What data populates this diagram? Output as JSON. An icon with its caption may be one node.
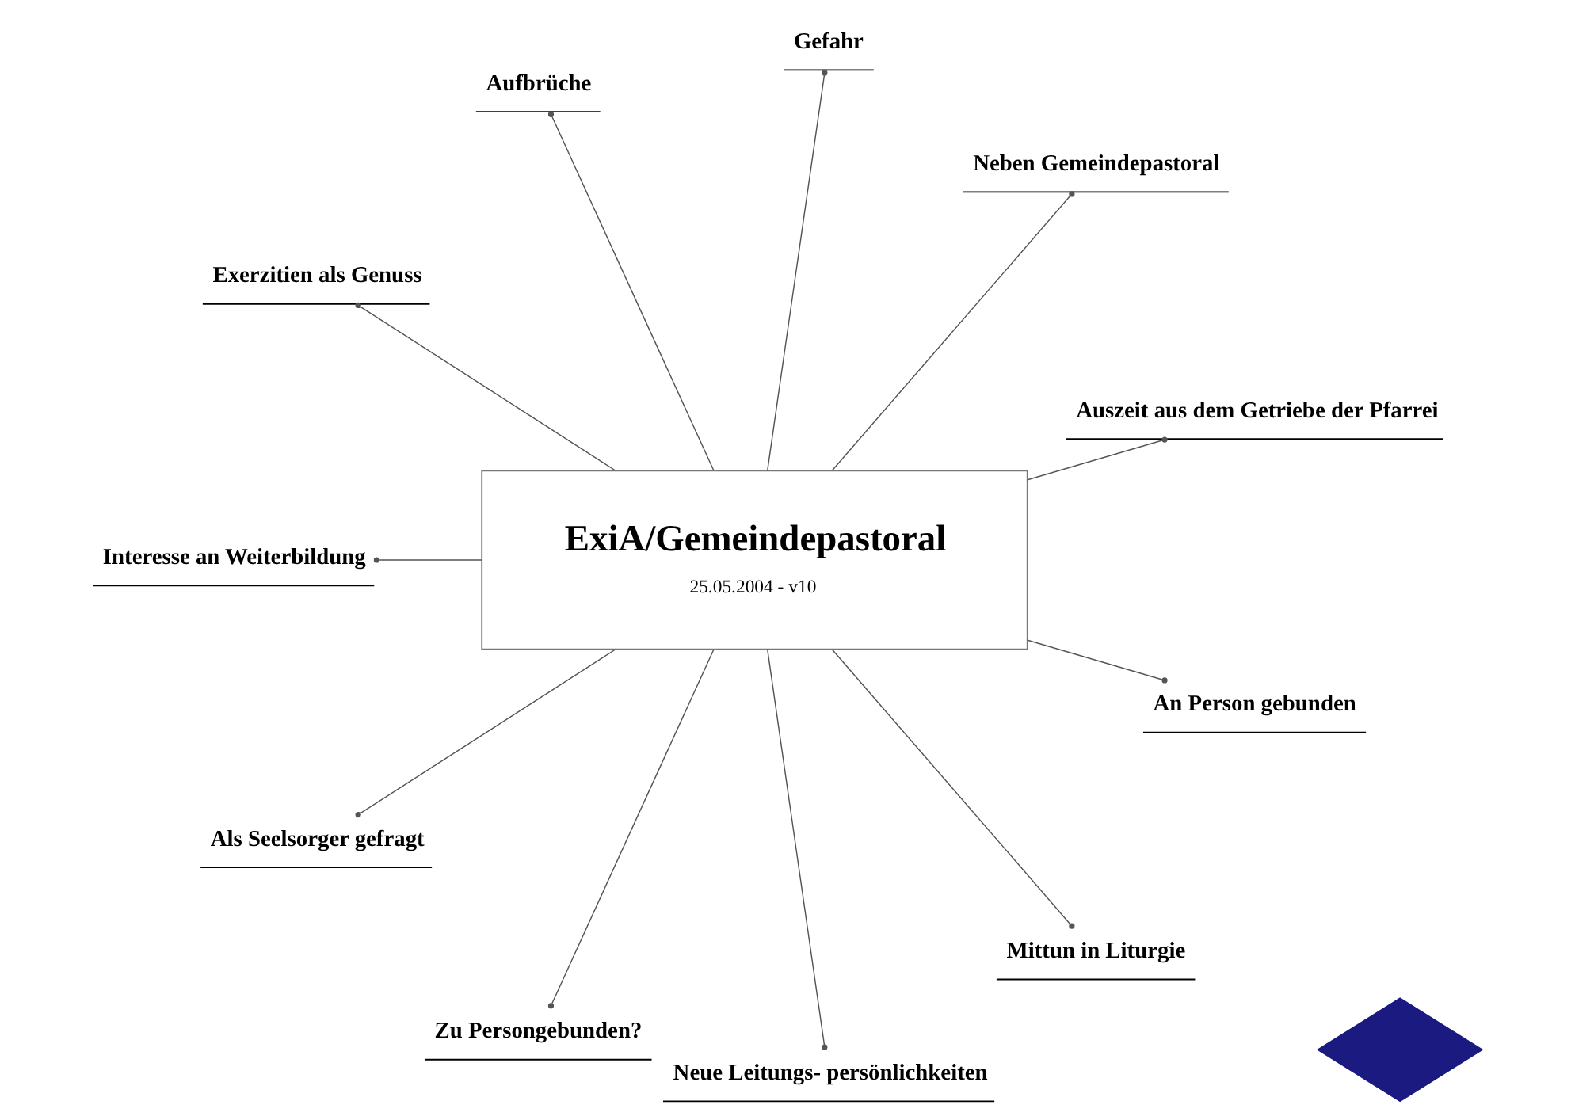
{
  "diagram": {
    "nodes": [
      {
        "text": [
          "ExiA/Gemeindepastoral",
          "25.05.2004 - v10"
        ]
      },
      {
        "text": [
          "Auszeit aus dem Getriebe der Pfarrei"
        ]
      },
      {
        "text": [
          "Neben Gemeindepastoral"
        ]
      },
      {
        "text": [
          "Gefahr"
        ]
      },
      {
        "text": [
          "Aufbrüche"
        ]
      },
      {
        "text": [
          "Exerzitien als Genuss"
        ]
      },
      {
        "text": [
          "Interesse an Weiterbildung"
        ]
      },
      {
        "text": [
          "Als Seelsorger gefragt"
        ]
      },
      {
        "text": [
          "Zu Persongebunden?"
        ]
      },
      {
        "text": [
          "Neue Leitungs- persönlichkeiten"
        ]
      },
      {
        "text": [
          "Mittun in Liturgie"
        ]
      },
      {
        "text": [
          "An Person gebunden"
        ]
      },
      {
        "text": [],
        "shape": "diamond"
      }
    ],
    "edges": [
      {
        "from": 0,
        "to": 1,
        "arrow": "other"
      },
      {
        "from": 0,
        "to": 2,
        "arrow": "other"
      },
      {
        "from": 0,
        "to": 3,
        "arrow": "other"
      },
      {
        "from": 0,
        "to": 4,
        "arrow": "other"
      },
      {
        "from": 0,
        "to": 5,
        "arrow": "other"
      },
      {
        "from": 0,
        "to": 6,
        "arrow": "other"
      },
      {
        "from": 0,
        "to": 7,
        "arrow": "other"
      },
      {
        "from": 0,
        "to": 8,
        "arrow": "other"
      },
      {
        "from": 0,
        "to": 9,
        "arrow": "other"
      },
      {
        "from": 0,
        "to": 10,
        "arrow": "other"
      },
      {
        "from": 0,
        "to": 11,
        "arrow": "other"
      }
    ]
  }
}
